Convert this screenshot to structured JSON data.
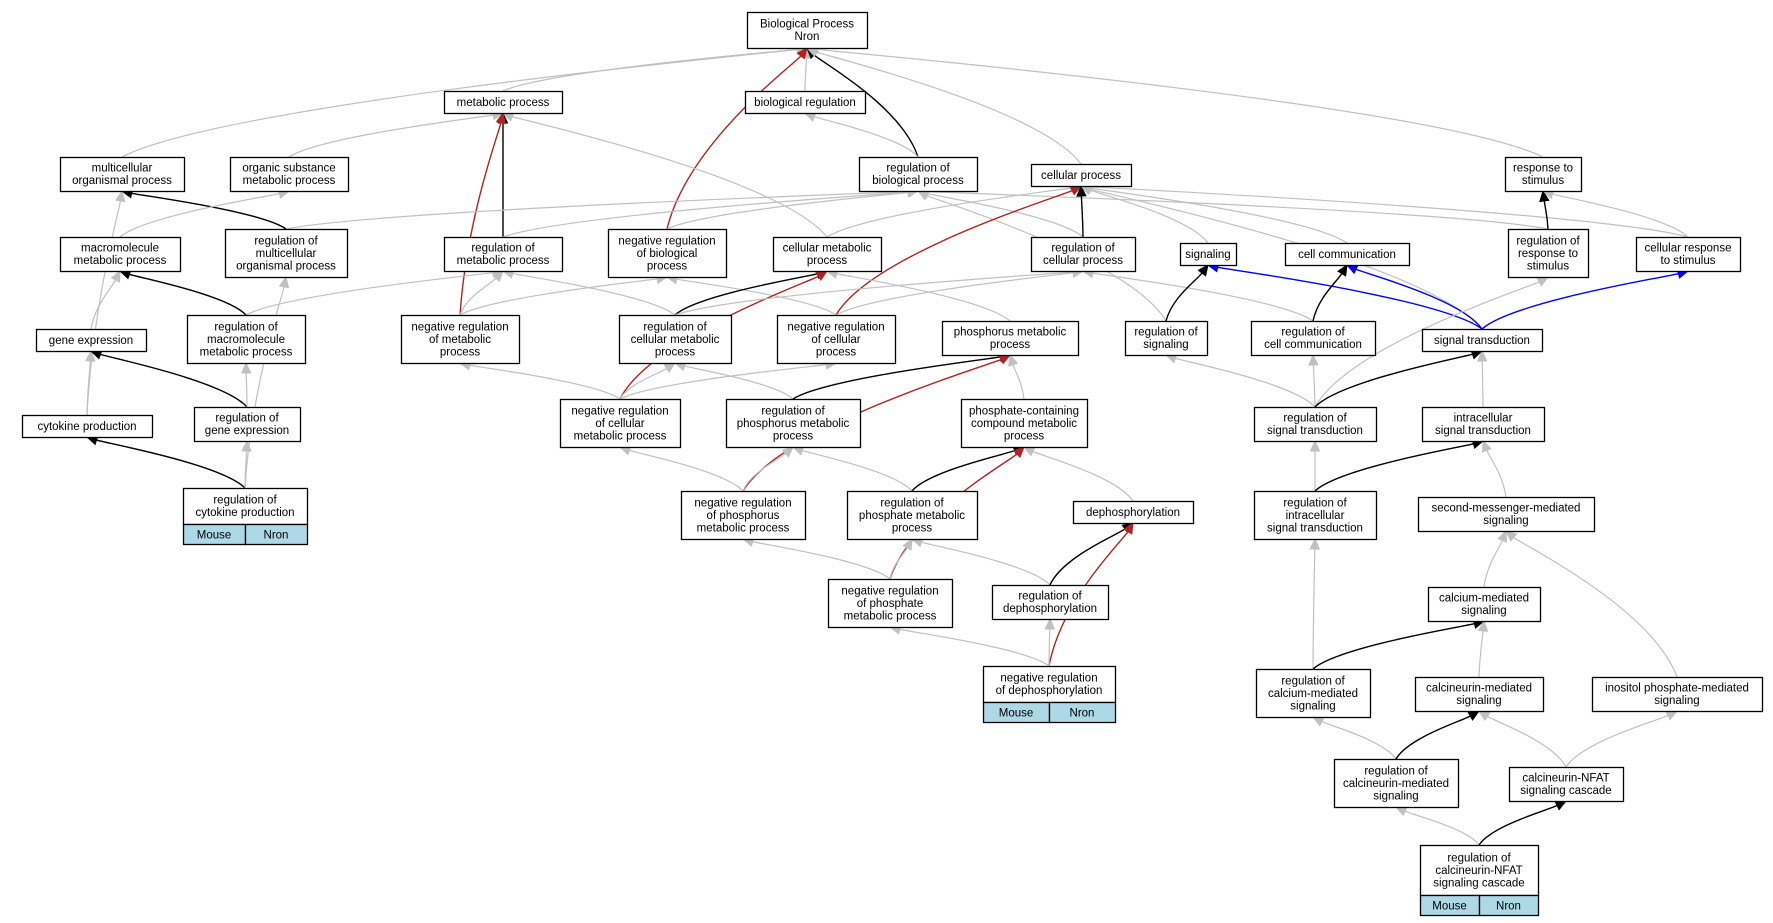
{
  "graph": {
    "colors": {
      "gray": "#c0c0c0",
      "black": "#000000",
      "red": "#b22222",
      "blue": "#0000ff",
      "cell": "#add8e6"
    },
    "nodes": {
      "bp": {
        "lines": [
          "Biological Process",
          "Nron"
        ]
      },
      "mp": {
        "lines": [
          "metabolic process"
        ]
      },
      "breg": {
        "lines": [
          "biological regulation"
        ]
      },
      "mop": {
        "lines": [
          "multicellular",
          "organismal process"
        ]
      },
      "osmp": {
        "lines": [
          "organic substance",
          "metabolic process"
        ]
      },
      "rbp": {
        "lines": [
          "regulation of",
          "biological process"
        ]
      },
      "cp": {
        "lines": [
          "cellular process"
        ]
      },
      "rts": {
        "lines": [
          "response to",
          "stimulus"
        ]
      },
      "mmp": {
        "lines": [
          "macromolecule",
          "metabolic process"
        ]
      },
      "rmop": {
        "lines": [
          "regulation of",
          "multicellular",
          "organismal process"
        ]
      },
      "rmetp": {
        "lines": [
          "regulation of",
          "metabolic process"
        ]
      },
      "nrbp": {
        "lines": [
          "negative regulation",
          "of biological",
          "process"
        ]
      },
      "cmp": {
        "lines": [
          "cellular metabolic",
          "process"
        ]
      },
      "rcp": {
        "lines": [
          "regulation of",
          "cellular process"
        ]
      },
      "sig": {
        "lines": [
          "signaling"
        ]
      },
      "cc": {
        "lines": [
          "cell communication"
        ]
      },
      "rrts": {
        "lines": [
          "regulation of",
          "response to",
          "stimulus"
        ]
      },
      "crs": {
        "lines": [
          "cellular response",
          "to stimulus"
        ]
      },
      "ge": {
        "lines": [
          "gene expression"
        ]
      },
      "rmmp": {
        "lines": [
          "regulation of",
          "macromolecule",
          "metabolic process"
        ]
      },
      "nrmp": {
        "lines": [
          "negative regulation",
          "of metabolic",
          "process"
        ]
      },
      "rcmp": {
        "lines": [
          "regulation of",
          "cellular metabolic",
          "process"
        ]
      },
      "nrcp": {
        "lines": [
          "negative regulation",
          "of cellular",
          "process"
        ]
      },
      "phmp": {
        "lines": [
          "phosphorus metabolic",
          "process"
        ]
      },
      "rsig": {
        "lines": [
          "regulation of",
          "signaling"
        ]
      },
      "rcc": {
        "lines": [
          "regulation of",
          "cell communication"
        ]
      },
      "st": {
        "lines": [
          "signal transduction"
        ]
      },
      "cyt": {
        "lines": [
          "cytokine production"
        ]
      },
      "rge": {
        "lines": [
          "regulation of",
          "gene expression"
        ]
      },
      "nrcmp": {
        "lines": [
          "negative regulation",
          "of cellular",
          "metabolic process"
        ]
      },
      "rphmp": {
        "lines": [
          "regulation of",
          "phosphorus metabolic",
          "process"
        ]
      },
      "pcmp": {
        "lines": [
          "phosphate-containing",
          "compound metabolic",
          "process"
        ]
      },
      "rst": {
        "lines": [
          "regulation of",
          "signal transduction"
        ]
      },
      "ist": {
        "lines": [
          "intracellular",
          "signal transduction"
        ]
      },
      "rcyt": {
        "lines": [
          "regulation of",
          "cytokine production"
        ],
        "cells": [
          "Mouse",
          "Nron"
        ]
      },
      "nrphmp": {
        "lines": [
          "negative regulation",
          "of phosphorus",
          "metabolic process"
        ]
      },
      "rpmp": {
        "lines": [
          "regulation of",
          "phosphate metabolic",
          "process"
        ]
      },
      "deph": {
        "lines": [
          "dephosphorylation"
        ]
      },
      "rist": {
        "lines": [
          "regulation of",
          "intracellular",
          "signal transduction"
        ]
      },
      "smms": {
        "lines": [
          "second-messenger-mediated",
          "signaling"
        ]
      },
      "nrpmp": {
        "lines": [
          "negative regulation",
          "of phosphate",
          "metabolic process"
        ]
      },
      "rdeph": {
        "lines": [
          "regulation of",
          "dephosphorylation"
        ]
      },
      "cams": {
        "lines": [
          "calcium-mediated",
          "signaling"
        ]
      },
      "nrdeph": {
        "lines": [
          "negative regulation",
          "of dephosphorylation"
        ],
        "cells": [
          "Mouse",
          "Nron"
        ]
      },
      "rcams": {
        "lines": [
          "regulation of",
          "calcium-mediated",
          "signaling"
        ]
      },
      "cnms": {
        "lines": [
          "calcineurin-mediated",
          "signaling"
        ]
      },
      "ipms": {
        "lines": [
          "inositol phosphate-mediated",
          "signaling"
        ]
      },
      "rcnms": {
        "lines": [
          "regulation of",
          "calcineurin-mediated",
          "signaling"
        ]
      },
      "cnnfat": {
        "lines": [
          "calcineurin-NFAT",
          "signaling cascade"
        ]
      },
      "rcnnfat": {
        "lines": [
          "regulation of",
          "calcineurin-NFAT",
          "signaling cascade"
        ],
        "cells": [
          "Mouse",
          "Nron"
        ]
      }
    },
    "edges": [
      {
        "from": "mp",
        "to": "bp",
        "color": "gray"
      },
      {
        "from": "breg",
        "to": "bp",
        "color": "gray"
      },
      {
        "from": "mop",
        "to": "bp",
        "color": "gray"
      },
      {
        "from": "rbp",
        "to": "bp",
        "color": "black"
      },
      {
        "from": "cp",
        "to": "bp",
        "color": "gray"
      },
      {
        "from": "rts",
        "to": "bp",
        "color": "gray"
      },
      {
        "from": "nrbp",
        "to": "bp",
        "color": "red"
      },
      {
        "from": "osmp",
        "to": "mp",
        "color": "gray"
      },
      {
        "from": "rmetp",
        "to": "mp",
        "color": "black"
      },
      {
        "from": "nrmp",
        "to": "mp",
        "color": "red"
      },
      {
        "from": "cmp",
        "to": "mp",
        "color": "gray"
      },
      {
        "from": "rbp",
        "to": "breg",
        "color": "gray"
      },
      {
        "from": "rmop",
        "to": "mop",
        "color": "black"
      },
      {
        "from": "cyt",
        "to": "mop",
        "color": "gray"
      },
      {
        "from": "mmp",
        "to": "osmp",
        "color": "gray"
      },
      {
        "from": "rmop",
        "to": "rbp",
        "color": "gray"
      },
      {
        "from": "rmetp",
        "to": "rbp",
        "color": "gray"
      },
      {
        "from": "nrbp",
        "to": "rbp",
        "color": "gray"
      },
      {
        "from": "rcp",
        "to": "rbp",
        "color": "gray"
      },
      {
        "from": "rsig",
        "to": "rbp",
        "color": "gray"
      },
      {
        "from": "rrts",
        "to": "rbp",
        "color": "gray"
      },
      {
        "from": "cmp",
        "to": "cp",
        "color": "gray"
      },
      {
        "from": "rcp",
        "to": "cp",
        "color": "black"
      },
      {
        "from": "sig",
        "to": "cp",
        "color": "gray"
      },
      {
        "from": "cc",
        "to": "cp",
        "color": "gray"
      },
      {
        "from": "st",
        "to": "cp",
        "color": "gray"
      },
      {
        "from": "nrcp",
        "to": "cp",
        "color": "red"
      },
      {
        "from": "crs",
        "to": "cp",
        "color": "gray"
      },
      {
        "from": "rrts",
        "to": "rts",
        "color": "black"
      },
      {
        "from": "crs",
        "to": "rts",
        "color": "gray"
      },
      {
        "from": "ge",
        "to": "mmp",
        "color": "gray"
      },
      {
        "from": "rmmp",
        "to": "mmp",
        "color": "black"
      },
      {
        "from": "rcyt",
        "to": "rmop",
        "color": "gray"
      },
      {
        "from": "rmmp",
        "to": "rmetp",
        "color": "gray"
      },
      {
        "from": "nrmp",
        "to": "rmetp",
        "color": "gray"
      },
      {
        "from": "rcmp",
        "to": "rmetp",
        "color": "gray"
      },
      {
        "from": "nrmp",
        "to": "nrbp",
        "color": "gray"
      },
      {
        "from": "nrcp",
        "to": "nrbp",
        "color": "gray"
      },
      {
        "from": "rcmp",
        "to": "cmp",
        "color": "black"
      },
      {
        "from": "nrcmp",
        "to": "cmp",
        "color": "red"
      },
      {
        "from": "phmp",
        "to": "cmp",
        "color": "gray"
      },
      {
        "from": "rcmp",
        "to": "rcp",
        "color": "gray"
      },
      {
        "from": "nrcp",
        "to": "rcp",
        "color": "gray"
      },
      {
        "from": "rcc",
        "to": "rcp",
        "color": "gray"
      },
      {
        "from": "rsig",
        "to": "sig",
        "color": "black"
      },
      {
        "from": "st",
        "to": "sig",
        "color": "blue"
      },
      {
        "from": "rcc",
        "to": "cc",
        "color": "black"
      },
      {
        "from": "st",
        "to": "cc",
        "color": "blue"
      },
      {
        "from": "rst",
        "to": "rrts",
        "color": "gray"
      },
      {
        "from": "st",
        "to": "crs",
        "color": "blue"
      },
      {
        "from": "cyt",
        "to": "ge",
        "color": "gray"
      },
      {
        "from": "rge",
        "to": "ge",
        "color": "black"
      },
      {
        "from": "rge",
        "to": "rmmp",
        "color": "gray"
      },
      {
        "from": "nrcmp",
        "to": "nrmp",
        "color": "gray"
      },
      {
        "from": "nrcmp",
        "to": "rcmp",
        "color": "gray"
      },
      {
        "from": "rphmp",
        "to": "rcmp",
        "color": "gray"
      },
      {
        "from": "nrcmp",
        "to": "nrcp",
        "color": "gray"
      },
      {
        "from": "rphmp",
        "to": "phmp",
        "color": "black"
      },
      {
        "from": "pcmp",
        "to": "phmp",
        "color": "gray"
      },
      {
        "from": "nrphmp",
        "to": "phmp",
        "color": "red"
      },
      {
        "from": "rst",
        "to": "rsig",
        "color": "gray"
      },
      {
        "from": "rst",
        "to": "rcc",
        "color": "gray"
      },
      {
        "from": "rst",
        "to": "st",
        "color": "black"
      },
      {
        "from": "ist",
        "to": "st",
        "color": "gray"
      },
      {
        "from": "rcyt",
        "to": "cyt",
        "color": "black"
      },
      {
        "from": "rcyt",
        "to": "rge",
        "color": "gray"
      },
      {
        "from": "nrphmp",
        "to": "nrcmp",
        "color": "gray"
      },
      {
        "from": "nrphmp",
        "to": "rphmp",
        "color": "gray"
      },
      {
        "from": "rpmp",
        "to": "rphmp",
        "color": "gray"
      },
      {
        "from": "rpmp",
        "to": "pcmp",
        "color": "black"
      },
      {
        "from": "nrpmp",
        "to": "pcmp",
        "color": "red"
      },
      {
        "from": "deph",
        "to": "pcmp",
        "color": "gray"
      },
      {
        "from": "rist",
        "to": "rst",
        "color": "gray"
      },
      {
        "from": "rist",
        "to": "ist",
        "color": "black"
      },
      {
        "from": "smms",
        "to": "ist",
        "color": "gray"
      },
      {
        "from": "nrpmp",
        "to": "nrphmp",
        "color": "gray"
      },
      {
        "from": "nrpmp",
        "to": "rpmp",
        "color": "gray"
      },
      {
        "from": "rdeph",
        "to": "rpmp",
        "color": "gray"
      },
      {
        "from": "rdeph",
        "to": "deph",
        "color": "black"
      },
      {
        "from": "nrdeph",
        "to": "deph",
        "color": "red"
      },
      {
        "from": "rcams",
        "to": "rist",
        "color": "gray"
      },
      {
        "from": "cams",
        "to": "smms",
        "color": "gray"
      },
      {
        "from": "ipms",
        "to": "smms",
        "color": "gray"
      },
      {
        "from": "nrdeph",
        "to": "nrpmp",
        "color": "gray"
      },
      {
        "from": "nrdeph",
        "to": "rdeph",
        "color": "gray"
      },
      {
        "from": "rcams",
        "to": "cams",
        "color": "black"
      },
      {
        "from": "cnms",
        "to": "cams",
        "color": "gray"
      },
      {
        "from": "rcnms",
        "to": "rcams",
        "color": "gray"
      },
      {
        "from": "rcnms",
        "to": "cnms",
        "color": "black"
      },
      {
        "from": "cnnfat",
        "to": "cnms",
        "color": "gray"
      },
      {
        "from": "cnnfat",
        "to": "ipms",
        "color": "gray"
      },
      {
        "from": "rcnnfat",
        "to": "rcnms",
        "color": "gray"
      },
      {
        "from": "rcnnfat",
        "to": "cnnfat",
        "color": "black"
      }
    ]
  }
}
